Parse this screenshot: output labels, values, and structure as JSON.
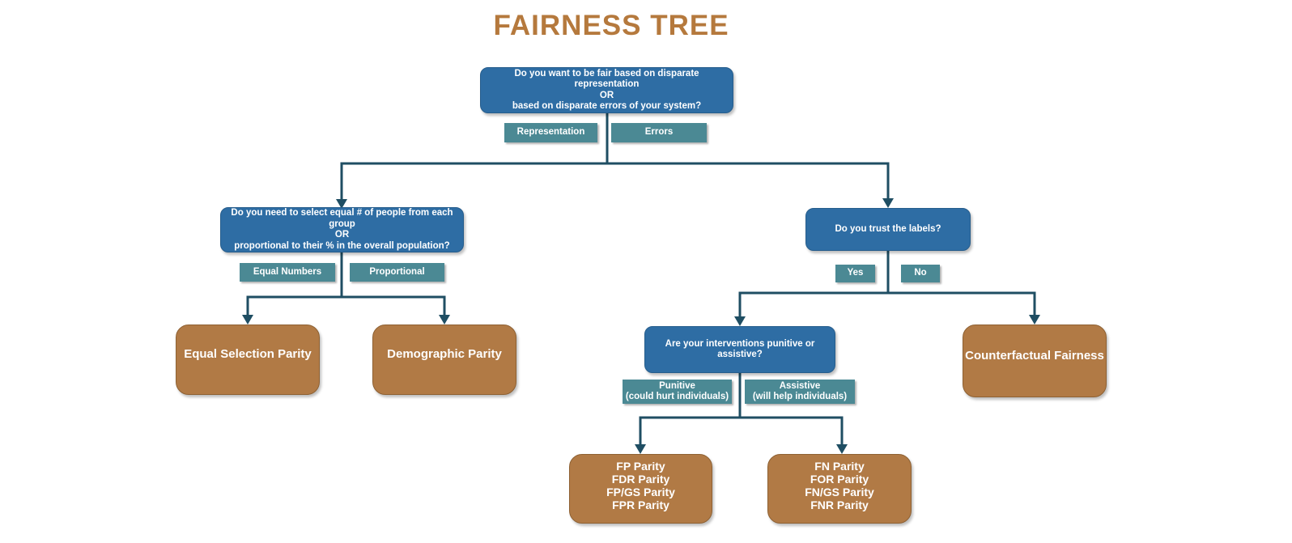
{
  "title": "FAIRNESS TREE",
  "palette": {
    "title_color": "#b5793d",
    "decision_node_fill": "#2e6da4",
    "edge_label_fill": "#4b8994",
    "leaf_node_fill": "#b17a45",
    "connector_color": "#1f4e63",
    "node_text_color": "#ffffff",
    "background": "#ffffff"
  },
  "decision_nodes": {
    "root": {
      "lines": [
        "Do you want to be fair based on disparate representation",
        "OR",
        "based on disparate errors of your system?"
      ]
    },
    "selection": {
      "lines": [
        "Do you need to select equal # of people from each group",
        "OR",
        "proportional to their % in the overall population?"
      ]
    },
    "trust_labels": {
      "lines": [
        "Do you trust the labels?"
      ]
    },
    "interventions": {
      "lines": [
        "Are your interventions punitive or assistive?"
      ]
    }
  },
  "edge_labels": {
    "representation": "Representation",
    "errors": "Errors",
    "equal_numbers": "Equal Numbers",
    "proportional": "Proportional",
    "yes": "Yes",
    "no": "No",
    "punitive": [
      "Punitive",
      "(could hurt individuals)"
    ],
    "assistive": [
      "Assistive",
      "(will help individuals)"
    ]
  },
  "leaf_nodes": {
    "equal_selection_parity": [
      "Equal Selection Parity"
    ],
    "demographic_parity": [
      "Demographic Parity"
    ],
    "counterfactual_fairness": [
      "Counterfactual Fairness"
    ],
    "fp_group": [
      "FP Parity",
      "FDR Parity",
      "FP/GS Parity",
      "FPR Parity"
    ],
    "fn_group": [
      "FN Parity",
      "FOR Parity",
      "FN/GS Parity",
      "FNR Parity"
    ]
  }
}
